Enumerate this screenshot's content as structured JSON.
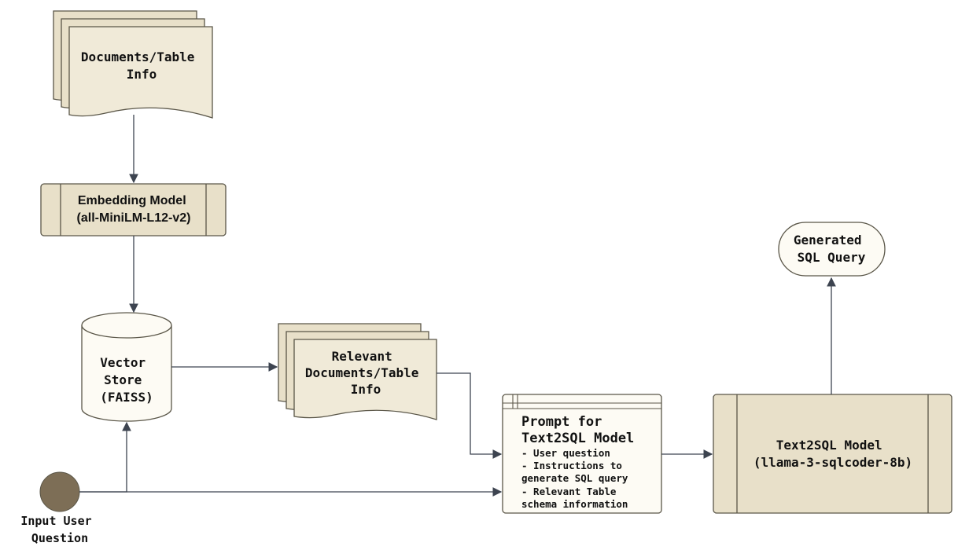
{
  "nodes": {
    "documents": {
      "lines": [
        "Documents/Table",
        "Info"
      ]
    },
    "embedding": {
      "lines": [
        "Embedding Model",
        "(all-MiniLM-L12-v2)"
      ]
    },
    "vector_store": {
      "lines": [
        "Vector",
        "Store",
        "(FAISS)"
      ]
    },
    "relevant_docs": {
      "lines": [
        "Relevant",
        "Documents/Table",
        "Info"
      ]
    },
    "prompt": {
      "title_lines": [
        "Prompt for",
        "Text2SQL Model"
      ],
      "items": [
        "- User question",
        "- Instructions to",
        "generate SQL query",
        "- Relevant Table",
        "schema information"
      ]
    },
    "model": {
      "lines": [
        "Text2SQL Model",
        "(llama-3-sqlcoder-8b)"
      ]
    },
    "output": {
      "lines": [
        "Generated",
        "SQL Query"
      ]
    },
    "input": {
      "lines": [
        "Input User",
        "Question"
      ]
    }
  },
  "colors": {
    "doc_fill": "#e8e0c9",
    "doc_fill_front": "#f0ead8",
    "box_fill": "#e8e0c9",
    "light_fill": "#fdfbf4",
    "stroke": "#5a5648",
    "arrow": "#3d4450",
    "start_circle": "#7d6e56"
  }
}
